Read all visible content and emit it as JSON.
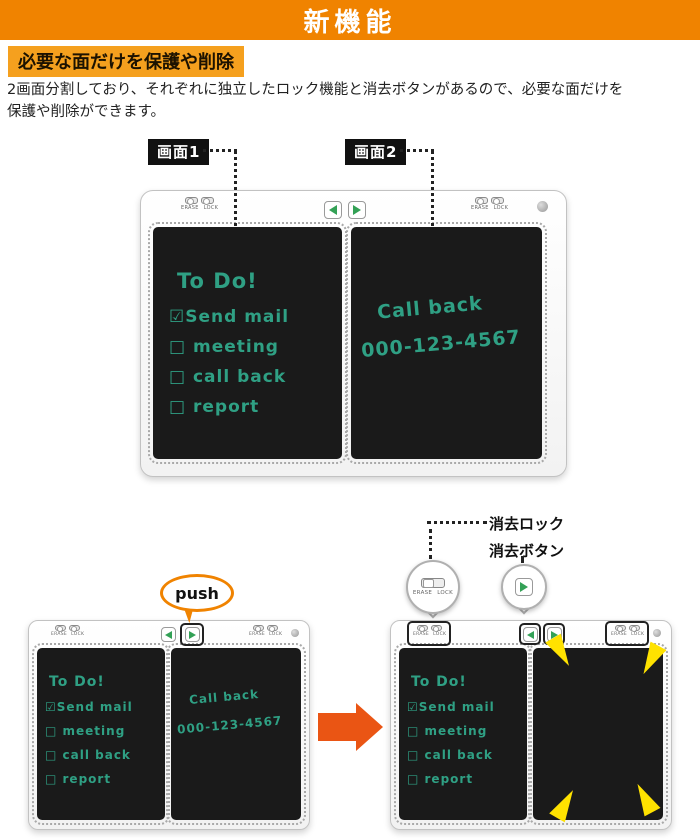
{
  "banner": {
    "title": "新機能"
  },
  "intro": {
    "heading": "必要な面だけを保護や削除",
    "body_line1": "2画面分割しており、それぞれに独立したロック機能と消去ボタンがあるので、必要な面だけを",
    "body_line2": "保護や削除ができます。"
  },
  "main_figure": {
    "screen1_label": "画面1",
    "screen2_label": "画面2"
  },
  "device": {
    "erase_label": "ERASE",
    "lock_label": "LOCK",
    "screen1_lines": [
      "To Do!",
      "☑Send mail",
      "□ meeting",
      "□ call back",
      "□ report"
    ],
    "screen2_lines": [
      "Call back",
      "000-123-4567"
    ]
  },
  "bottom_figure": {
    "push_label": "push",
    "erase_lock_callout": "消去ロック",
    "erase_button_callout": "消去ボタン"
  },
  "colors": {
    "banner_orange": "#f08300",
    "heading_orange": "#f5a01e",
    "handwriting_green": "#2fa084",
    "button_green": "#33a156",
    "arrow_orange": "#ea5514",
    "flash_yellow": "#ffe200",
    "screen_black": "#1a1a1a"
  }
}
